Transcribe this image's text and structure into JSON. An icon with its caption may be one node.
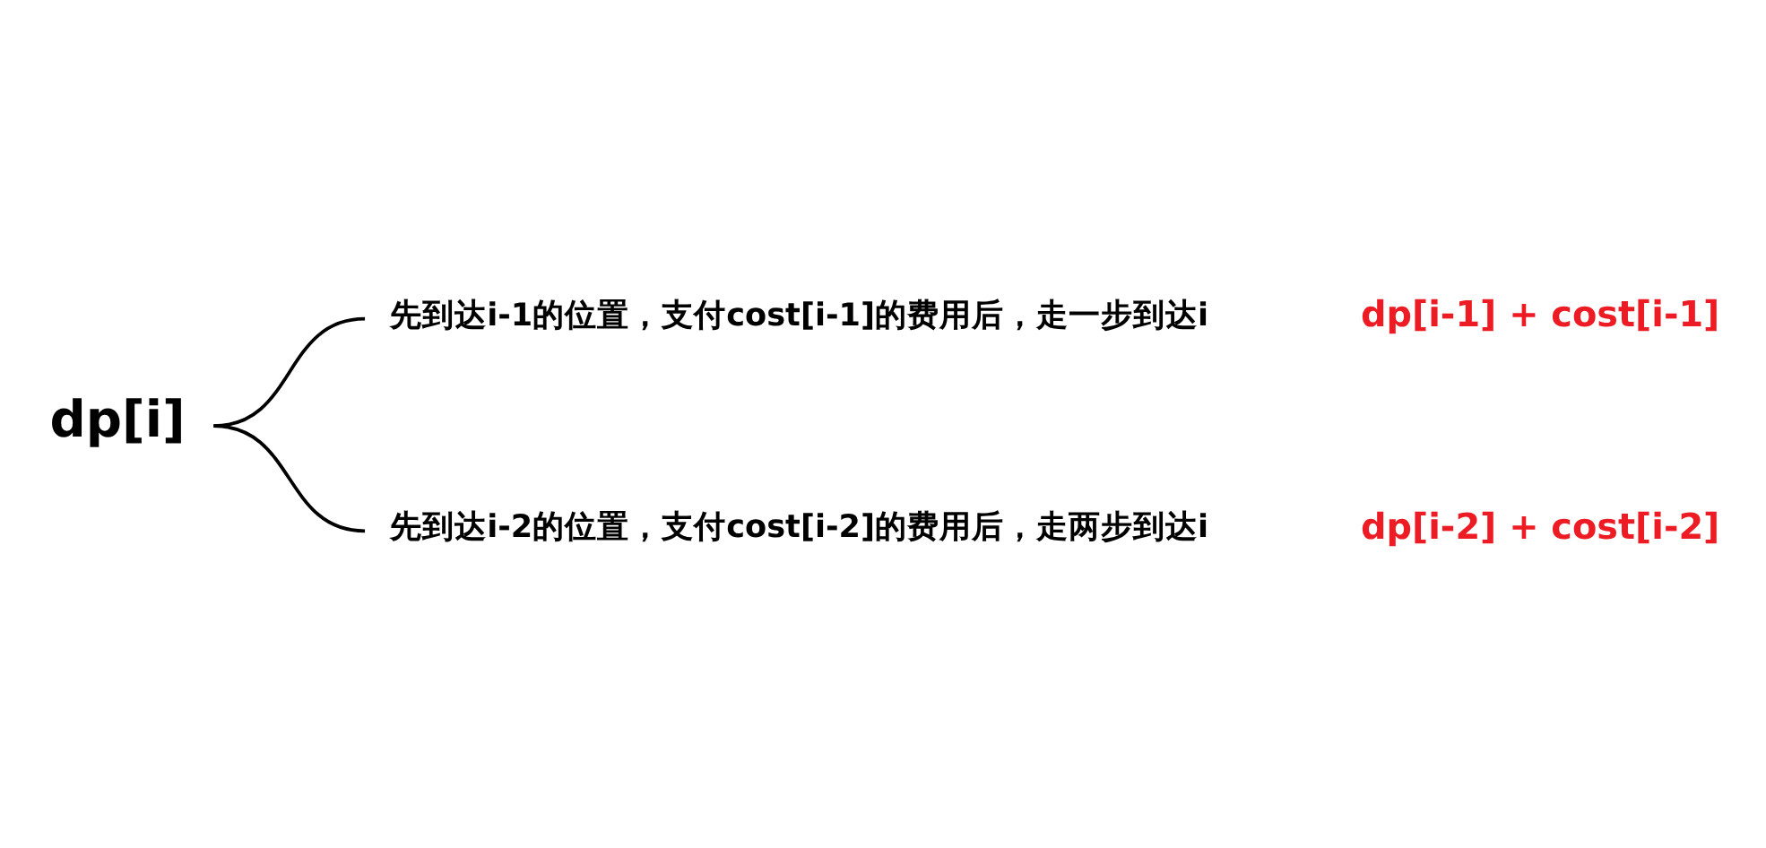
{
  "diagram": {
    "nodes": [
      {
        "text": [
          "dp[i]"
        ]
      },
      {
        "text": [
          "先到达i-1的位置，支付cost[i-1]的费用后，走一步到达i"
        ],
        "beside": [
          "dp[i-1] + cost[i-1]"
        ]
      },
      {
        "text": [
          "先到达i-2的位置，支付cost[i-2]的费用后，走两步到达i"
        ],
        "beside": [
          "dp[i-2] + cost[i-2]"
        ]
      }
    ],
    "edges": [
      {
        "from": 0,
        "to": 1,
        "arrow": "none"
      },
      {
        "from": 0,
        "to": 2,
        "arrow": "none"
      }
    ]
  }
}
